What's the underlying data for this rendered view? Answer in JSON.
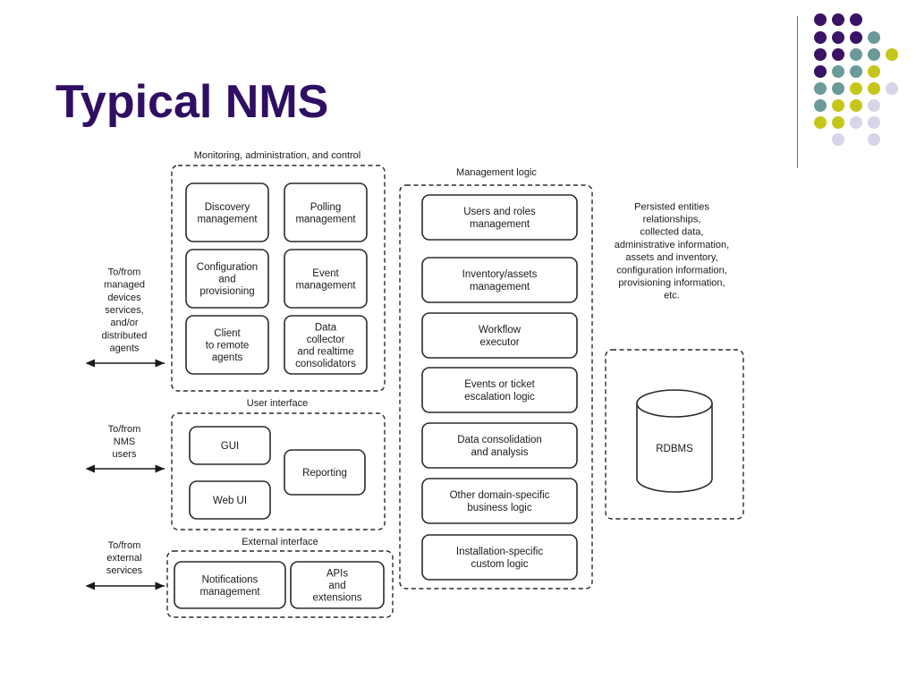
{
  "slide": {
    "title": "Typical NMS"
  },
  "decor": {
    "colors": {
      "purple": "#3a1266",
      "teal": "#6b9a98",
      "lime": "#c5c61a",
      "lavender": "#d6d6e8"
    }
  },
  "groups": {
    "monitoring": {
      "title": "Monitoring, administration, and control",
      "boxes": [
        {
          "id": "discovery",
          "lines": [
            "Discovery",
            "management"
          ]
        },
        {
          "id": "polling",
          "lines": [
            "Polling",
            "management"
          ]
        },
        {
          "id": "configuration",
          "lines": [
            "Configuration",
            "and",
            "provisioning"
          ]
        },
        {
          "id": "event",
          "lines": [
            "Event",
            "management"
          ]
        },
        {
          "id": "client",
          "lines": [
            "Client",
            "to remote",
            "agents"
          ]
        },
        {
          "id": "data-collector",
          "lines": [
            "Data",
            "collector",
            "and realtime",
            "consolidators"
          ]
        }
      ]
    },
    "user_interface": {
      "title": "User interface",
      "boxes": [
        {
          "id": "gui",
          "lines": [
            "GUI"
          ]
        },
        {
          "id": "web-ui",
          "lines": [
            "Web UI"
          ]
        },
        {
          "id": "reporting",
          "lines": [
            "Reporting"
          ]
        }
      ]
    },
    "external_interface": {
      "title": "External interface",
      "boxes": [
        {
          "id": "notifications",
          "lines": [
            "Notifications",
            "management"
          ]
        },
        {
          "id": "apis",
          "lines": [
            "APIs",
            "and",
            "extensions"
          ]
        }
      ]
    },
    "management_logic": {
      "title": "Management logic",
      "boxes": [
        {
          "id": "users-roles",
          "lines": [
            "Users and roles",
            "management"
          ]
        },
        {
          "id": "inventory",
          "lines": [
            "Inventory/assets",
            "management"
          ]
        },
        {
          "id": "workflow",
          "lines": [
            "Workflow",
            "executor"
          ]
        },
        {
          "id": "events-ticket",
          "lines": [
            "Events or ticket",
            "escalation logic"
          ]
        },
        {
          "id": "data-consolidation",
          "lines": [
            "Data consolidation",
            "and analysis"
          ]
        },
        {
          "id": "other-domain",
          "lines": [
            "Other domain-specific",
            "business logic"
          ]
        },
        {
          "id": "installation",
          "lines": [
            "Installation-specific",
            "custom logic"
          ]
        }
      ]
    },
    "storage": {
      "description": [
        "Persisted entities",
        "relationships,",
        "collected data,",
        "administrative information,",
        "assets and inventory,",
        "configuration information,",
        "provisioning information,",
        "etc."
      ],
      "db_label": "RDBMS"
    }
  },
  "side_labels": {
    "managed": [
      "To/from",
      "managed",
      "devices",
      "services,",
      "and/or",
      "distributed",
      "agents"
    ],
    "users": [
      "To/from",
      "NMS",
      "users"
    ],
    "external": [
      "To/from",
      "external",
      "services"
    ]
  }
}
